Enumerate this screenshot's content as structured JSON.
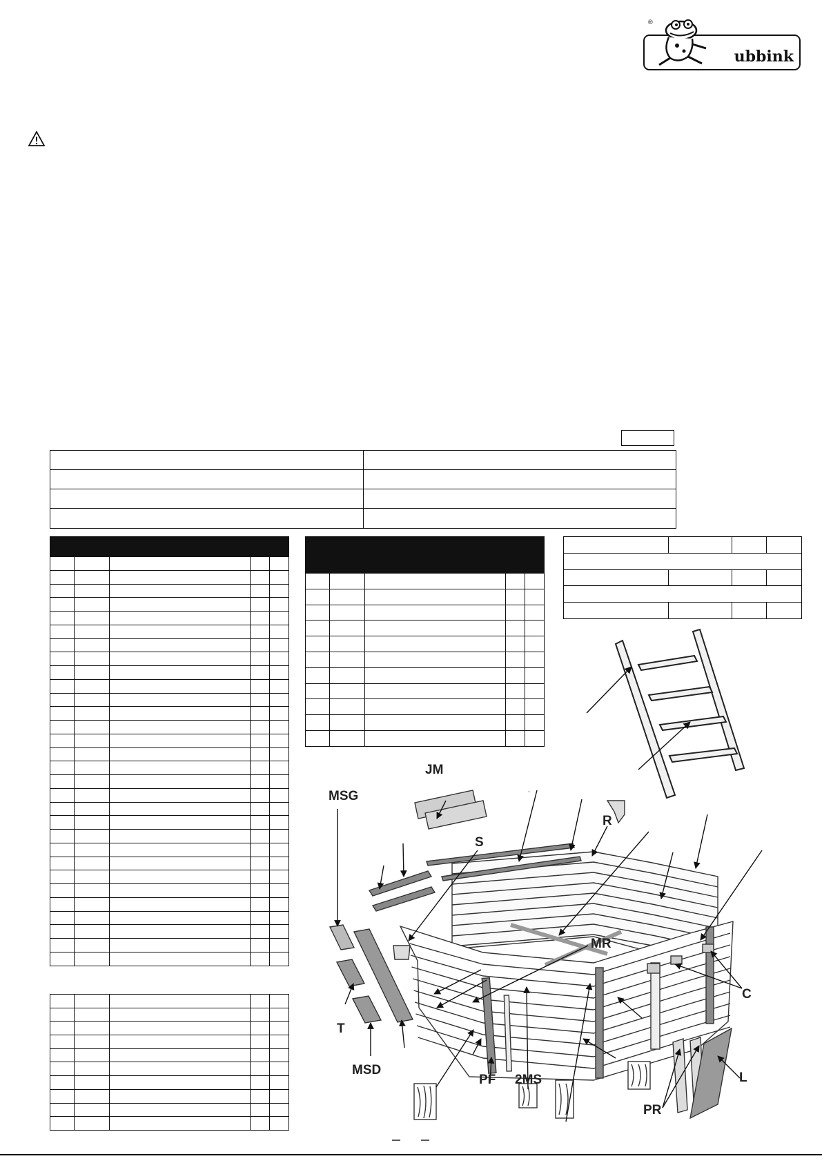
{
  "brand": {
    "name": "ubbink",
    "registered_mark": "®"
  },
  "icons": {
    "warning": "warning-triangle-icon",
    "logo_mascot": "frog-icon"
  },
  "reference_box": {
    "value": ""
  },
  "info_grid": {
    "rows": 4,
    "columns": 2
  },
  "tables": {
    "left_main": {
      "rows": 30,
      "columns": 5
    },
    "left_lower": {
      "rows": 10,
      "columns": 5
    },
    "middle": {
      "rows": 11,
      "columns": 5
    },
    "right_small": {
      "rows": 5,
      "columns": 4
    }
  },
  "diagram": {
    "labels": {
      "jm": "JM",
      "msg": "MSG",
      "s": "S",
      "r": "R",
      "mr": "MR",
      "t": "T",
      "msd": "MSD",
      "pf": "PF",
      "two_ms": "2MS",
      "pr": "PR",
      "c": "C",
      "l": "L"
    }
  },
  "colors": {
    "ink": "#111111",
    "header_fill": "#111111",
    "wood_gray": "#8a8a8a"
  }
}
